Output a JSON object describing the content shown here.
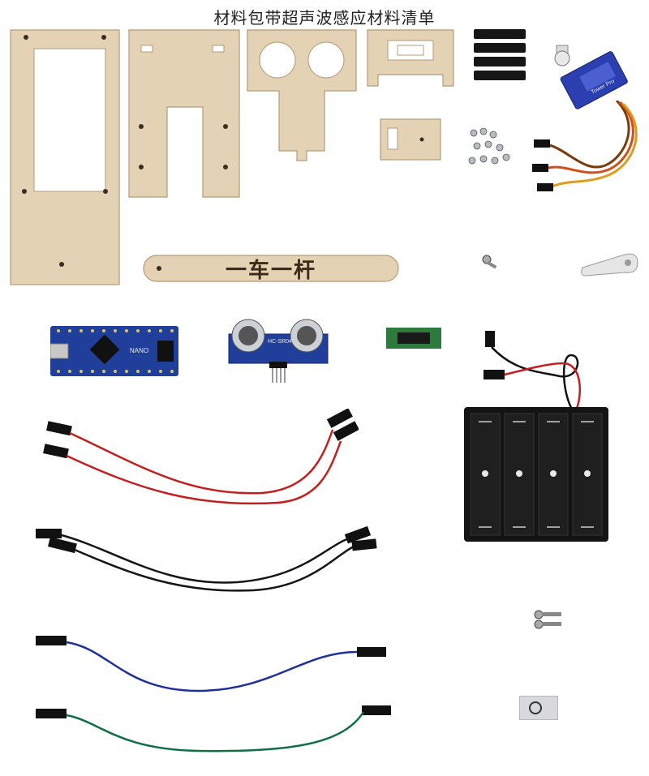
{
  "title": "材料包带超声波感应材料清单",
  "stick_label": "一车一杆",
  "nano_label": "NANO",
  "sensor_label": "HC-SR04",
  "servo_label": "Tower Pro",
  "colors": {
    "wood": "#e3d2b3",
    "wood_edge": "#b49b78",
    "pcb_blue": "#1f3f9a",
    "wire_red": "#c41f1f",
    "wire_black": "#151515",
    "wire_blue": "#1d2f9a",
    "wire_green": "#0e6f45",
    "servo_blue": "#2b3fb0"
  },
  "icons": [
    "wood-panel-icon",
    "standoff-icon",
    "screw-icon",
    "servo-icon",
    "stick-icon",
    "nano-board-icon",
    "ultrasonic-sensor-icon",
    "connector-board-icon",
    "battery-holder-icon",
    "jumper-wire-icon",
    "servo-horn-icon",
    "adhesive-pad-icon"
  ]
}
